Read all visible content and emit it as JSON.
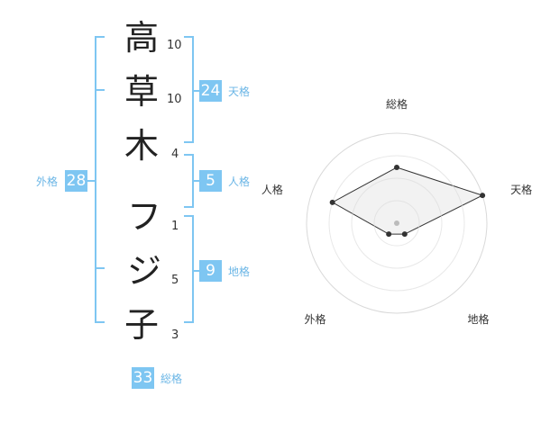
{
  "name": {
    "characters": [
      {
        "char": "高",
        "strokes": "10"
      },
      {
        "char": "草",
        "strokes": "10"
      },
      {
        "char": "木",
        "strokes": "4"
      },
      {
        "char": "フ",
        "strokes": "1"
      },
      {
        "char": "ジ",
        "strokes": "5"
      },
      {
        "char": "子",
        "strokes": "3"
      }
    ]
  },
  "fortune": {
    "tenkaku": {
      "value": "24",
      "label": "天格"
    },
    "jinkaku": {
      "value": "5",
      "label": "人格"
    },
    "chikaku": {
      "value": "9",
      "label": "地格"
    },
    "gaikaku": {
      "value": "28",
      "label": "外格"
    },
    "soukaku": {
      "value": "33",
      "label": "総格"
    }
  },
  "colors": {
    "accent": "#7ec6f2",
    "accent_text": "#6bb6e6",
    "line": "#333333",
    "ring": "#d9d9d9",
    "fill": "#f0f0f0",
    "center_dot": "#bbbbbb"
  },
  "chart_data": {
    "type": "radar",
    "axes": [
      "総格",
      "天格",
      "地格",
      "外格",
      "人格"
    ],
    "values": [
      0.62,
      1.0,
      0.15,
      0.15,
      0.75
    ],
    "rings": 4
  }
}
